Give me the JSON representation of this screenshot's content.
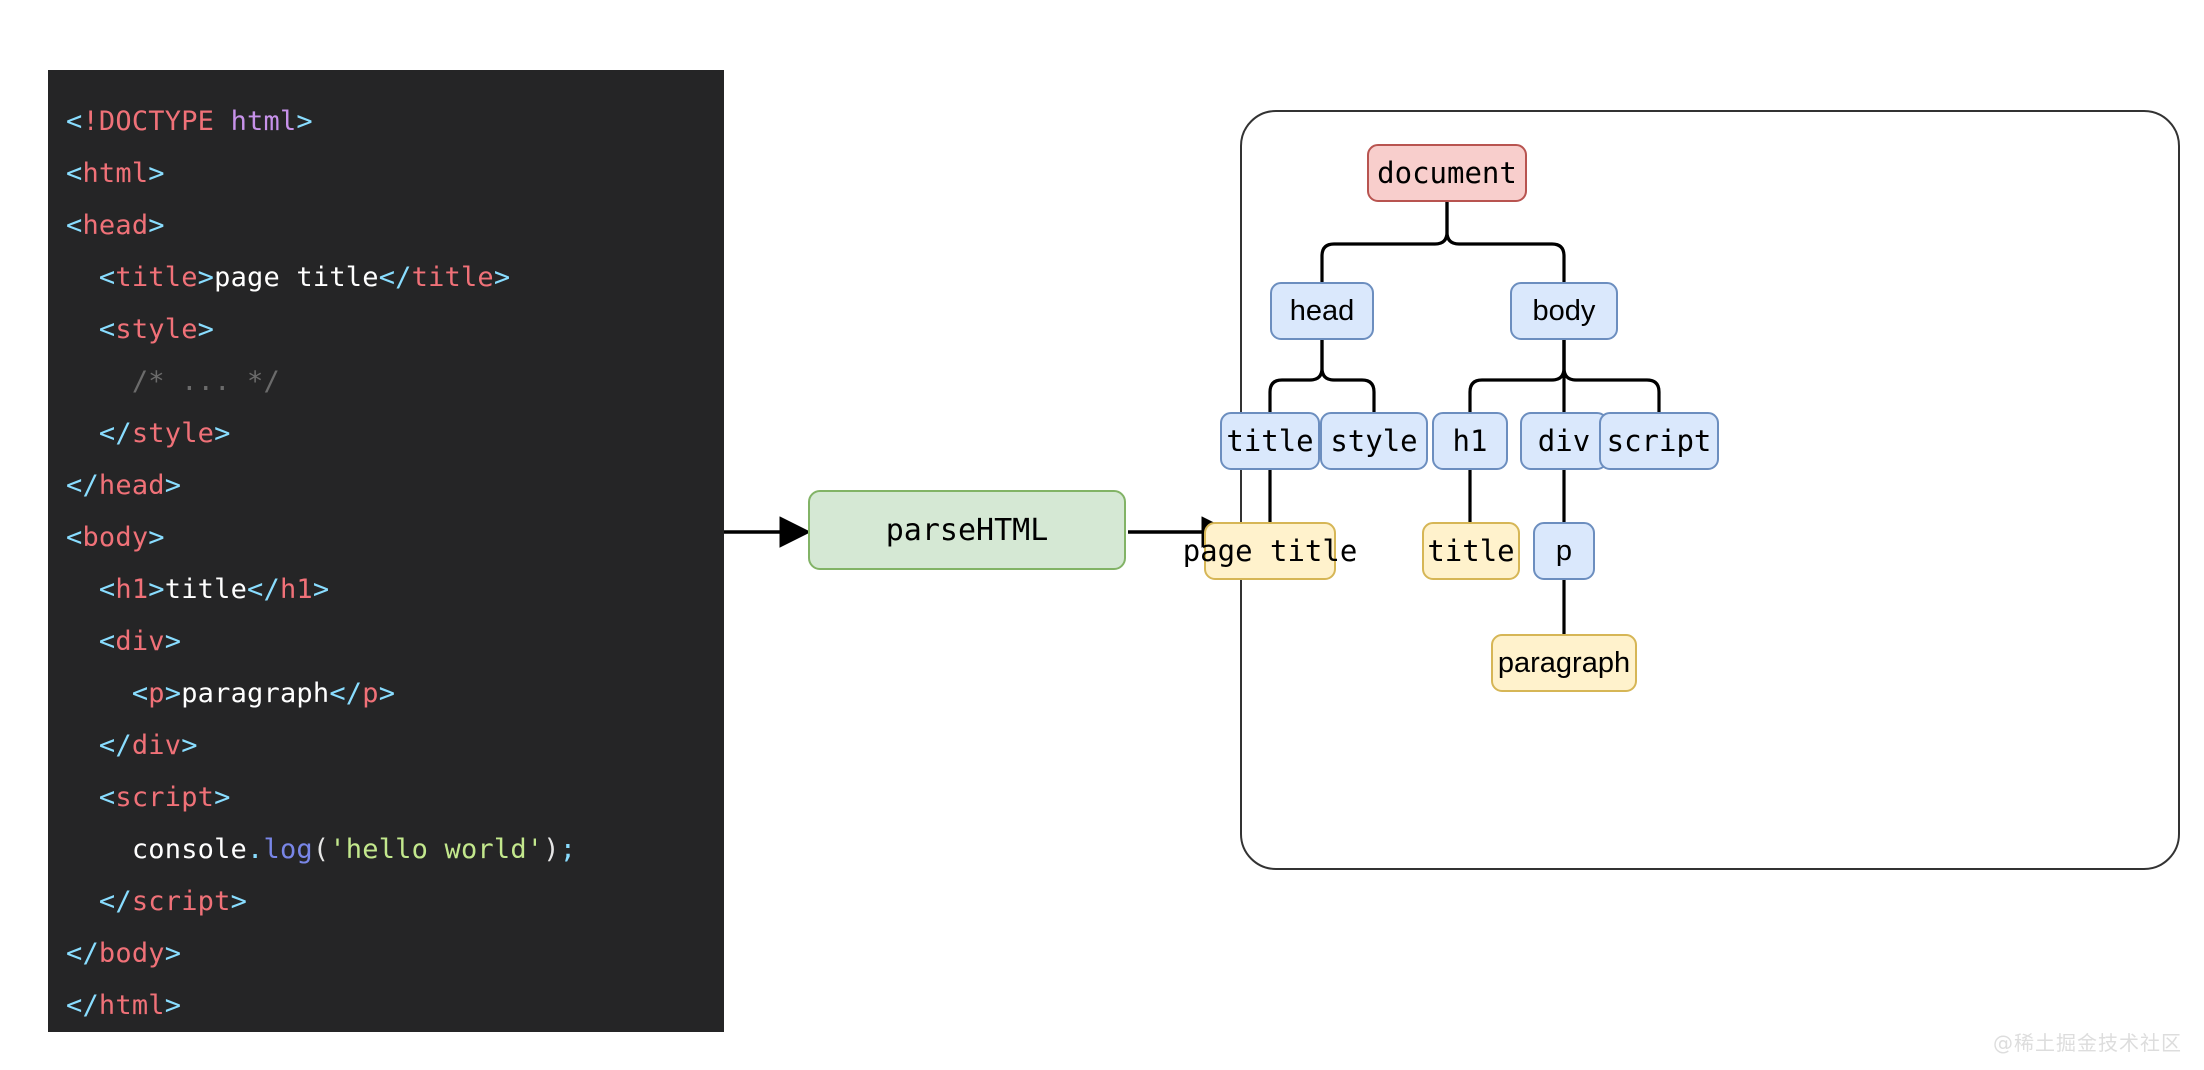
{
  "code_panel": {
    "language": "html",
    "background": "#252526",
    "lines": [
      [
        {
          "t": "<",
          "c": "pu"
        },
        {
          "t": "!DOCTYPE",
          "c": "tg"
        },
        {
          "t": " ",
          "c": "tx"
        },
        {
          "t": "html",
          "c": "at"
        },
        {
          "t": ">",
          "c": "pu"
        }
      ],
      [
        {
          "t": "<",
          "c": "pu"
        },
        {
          "t": "html",
          "c": "tg"
        },
        {
          "t": ">",
          "c": "pu"
        }
      ],
      [
        {
          "t": "<",
          "c": "pu"
        },
        {
          "t": "head",
          "c": "tg"
        },
        {
          "t": ">",
          "c": "pu"
        }
      ],
      [
        {
          "t": "  <",
          "c": "pu"
        },
        {
          "t": "title",
          "c": "tg"
        },
        {
          "t": ">",
          "c": "pu"
        },
        {
          "t": "page title",
          "c": "tx"
        },
        {
          "t": "</",
          "c": "pu"
        },
        {
          "t": "title",
          "c": "tg"
        },
        {
          "t": ">",
          "c": "pu"
        }
      ],
      [
        {
          "t": "  <",
          "c": "pu"
        },
        {
          "t": "style",
          "c": "tg"
        },
        {
          "t": ">",
          "c": "pu"
        }
      ],
      [
        {
          "t": "    /* ... */",
          "c": "cm"
        }
      ],
      [
        {
          "t": "  </",
          "c": "pu"
        },
        {
          "t": "style",
          "c": "tg"
        },
        {
          "t": ">",
          "c": "pu"
        }
      ],
      [
        {
          "t": "</",
          "c": "pu"
        },
        {
          "t": "head",
          "c": "tg"
        },
        {
          "t": ">",
          "c": "pu"
        }
      ],
      [
        {
          "t": "<",
          "c": "pu"
        },
        {
          "t": "body",
          "c": "tg"
        },
        {
          "t": ">",
          "c": "pu"
        }
      ],
      [
        {
          "t": "  <",
          "c": "pu"
        },
        {
          "t": "h1",
          "c": "tg"
        },
        {
          "t": ">",
          "c": "pu"
        },
        {
          "t": "title",
          "c": "tx"
        },
        {
          "t": "</",
          "c": "pu"
        },
        {
          "t": "h1",
          "c": "tg"
        },
        {
          "t": ">",
          "c": "pu"
        }
      ],
      [
        {
          "t": "  <",
          "c": "pu"
        },
        {
          "t": "div",
          "c": "tg"
        },
        {
          "t": ">",
          "c": "pu"
        }
      ],
      [
        {
          "t": "    <",
          "c": "pu"
        },
        {
          "t": "p",
          "c": "tg"
        },
        {
          "t": ">",
          "c": "pu"
        },
        {
          "t": "paragraph",
          "c": "tx"
        },
        {
          "t": "</",
          "c": "pu"
        },
        {
          "t": "p",
          "c": "tg"
        },
        {
          "t": ">",
          "c": "pu"
        }
      ],
      [
        {
          "t": "  </",
          "c": "pu"
        },
        {
          "t": "div",
          "c": "tg"
        },
        {
          "t": ">",
          "c": "pu"
        }
      ],
      [
        {
          "t": "  <",
          "c": "pu"
        },
        {
          "t": "script",
          "c": "tg"
        },
        {
          "t": ">",
          "c": "pu"
        }
      ],
      [
        {
          "t": "    console",
          "c": "tx"
        },
        {
          "t": ".",
          "c": "dt"
        },
        {
          "t": "log",
          "c": "fn"
        },
        {
          "t": "(",
          "c": "pn"
        },
        {
          "t": "'hello world'",
          "c": "st"
        },
        {
          "t": ")",
          "c": "pn"
        },
        {
          "t": ";",
          "c": "dt"
        }
      ],
      [
        {
          "t": "  </",
          "c": "pu"
        },
        {
          "t": "script",
          "c": "tg"
        },
        {
          "t": ">",
          "c": "pu"
        }
      ],
      [
        {
          "t": "</",
          "c": "pu"
        },
        {
          "t": "body",
          "c": "tg"
        },
        {
          "t": ">",
          "c": "pu"
        }
      ],
      [
        {
          "t": "</",
          "c": "pu"
        },
        {
          "t": "html",
          "c": "tg"
        },
        {
          "t": ">",
          "c": "pu"
        }
      ]
    ]
  },
  "flow": {
    "process_label": "parseHTML",
    "process_fill": "#d5e8d4",
    "process_stroke": "#82b366",
    "arrow_color": "#000000"
  },
  "tree": {
    "colors": {
      "document_fill": "#f8cecc",
      "document_stroke": "#b85450",
      "element_fill": "#dae8fc",
      "element_stroke": "#6c8ebf",
      "text_fill": "#fff2cc",
      "text_stroke": "#d6b656",
      "edge": "#000000",
      "container_stroke": "#333333"
    },
    "nodes": {
      "document": "document",
      "head": "head",
      "body": "body",
      "title_el": "title",
      "style_el": "style",
      "h1_el": "h1",
      "div_el": "div",
      "script_el": "script",
      "page_title_text": "page title",
      "title_text": "title",
      "p_el": "p",
      "paragraph_text": "paragraph"
    }
  },
  "watermark": {
    "text": "@稀土掘金技术社区"
  }
}
